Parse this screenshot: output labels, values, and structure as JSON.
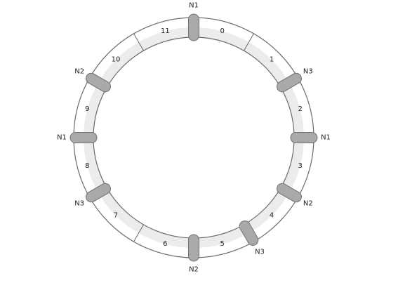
{
  "diagram": {
    "segments": [
      {
        "label": "0"
      },
      {
        "label": "1"
      },
      {
        "label": "2"
      },
      {
        "label": "3"
      },
      {
        "label": "4"
      },
      {
        "label": "5"
      },
      {
        "label": "6"
      },
      {
        "label": "7"
      },
      {
        "label": "8"
      },
      {
        "label": "9"
      },
      {
        "label": "10"
      },
      {
        "label": "11"
      }
    ],
    "nodes": [
      {
        "label": "N1"
      },
      {
        "label": "N3"
      },
      {
        "label": "N1"
      },
      {
        "label": "N2"
      },
      {
        "label": "N3"
      },
      {
        "label": "N2"
      },
      {
        "label": "N3"
      },
      {
        "label": "N1"
      },
      {
        "label": "N2"
      }
    ],
    "colors": {
      "ring_fill": "#ececec",
      "ring_stroke": "#6a6a6a",
      "node_fill": "#a9a9a9",
      "node_stroke": "#707070",
      "text": "#222222"
    }
  }
}
